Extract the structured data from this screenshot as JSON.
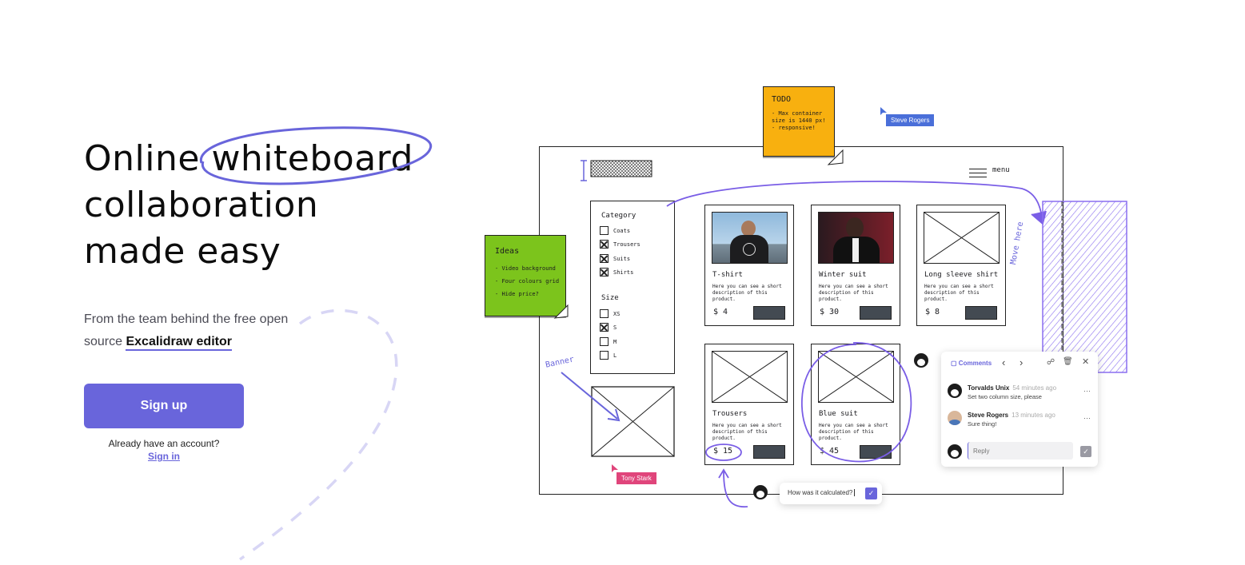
{
  "hero": {
    "title_line1_a": "Online",
    "title_line1_b": "whiteboard",
    "title_line2": "collaboration",
    "title_line3": "made easy",
    "subtitle_pre": "From the team behind the free open source",
    "subtitle_brand": "Excalidraw editor",
    "signup_label": "Sign up",
    "already_text": "Already have an account?",
    "signin_label": "Sign in"
  },
  "canvas": {
    "menu_label": "menu",
    "todo_note": {
      "title": "TODO",
      "items": [
        "Max container size is 1440 px!",
        "responsive!"
      ],
      "color": "#f8b00f"
    },
    "ideas_note": {
      "title": "Ideas",
      "items": [
        "Video background",
        "Four colours grid",
        "Hide price?"
      ],
      "color": "#7cc41c"
    },
    "filters": {
      "category_label": "Category",
      "categories": [
        {
          "label": "Coats",
          "checked": false
        },
        {
          "label": "Trousers",
          "checked": true
        },
        {
          "label": "Suits",
          "checked": true
        },
        {
          "label": "Shirts",
          "checked": true
        }
      ],
      "size_label": "Size",
      "sizes": [
        {
          "label": "XS",
          "checked": false
        },
        {
          "label": "S",
          "checked": true
        },
        {
          "label": "M",
          "checked": false
        },
        {
          "label": "L",
          "checked": false
        }
      ]
    },
    "products": [
      {
        "name": "T-shirt",
        "desc": "Here you can see a short description of this product.",
        "price": "$ 4",
        "image": "photo-man-white"
      },
      {
        "name": "Winter suit",
        "desc": "Here you can see a short description of this product.",
        "price": "$ 30",
        "image": "photo-man-suit"
      },
      {
        "name": "Long sleeve shirt",
        "desc": "Here you can see a short description of this product.",
        "price": "$ 8",
        "image": "placeholder"
      },
      {
        "name": "Trousers",
        "desc": "Here you can see a short description of this product.",
        "price": "$ 15",
        "image": "placeholder"
      },
      {
        "name": "Blue suit",
        "desc": "Here you can see a short description of this product.",
        "price": "$ 45",
        "image": "placeholder"
      }
    ],
    "banner_label": "Banner",
    "move_here_label": "Move here",
    "cursors": {
      "steve": {
        "name": "Steve Rogers",
        "color": "#4a6fd9"
      },
      "tony": {
        "name": "Tony Stark",
        "color": "#e0457b"
      }
    },
    "inline_comment": {
      "text": "How was it calculated?"
    },
    "comments_panel": {
      "title": "Comments",
      "comments": [
        {
          "author": "Torvalds Unix",
          "time": "54 minutes ago",
          "text": "Set two column size, please"
        },
        {
          "author": "Steve Rogers",
          "time": "13 minutes ago",
          "text": "Sure thing!"
        }
      ],
      "reply_placeholder": "Reply"
    },
    "accent_color": "#6965db"
  }
}
